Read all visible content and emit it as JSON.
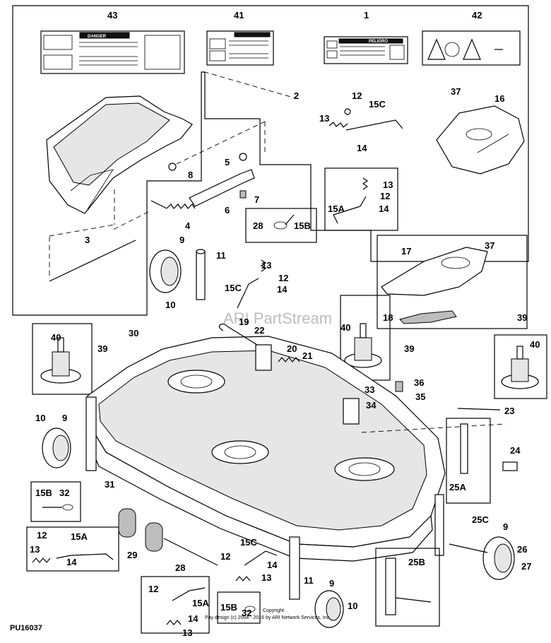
{
  "figure": {
    "id": "PU16037",
    "watermark": "ARI PartStream",
    "copyright_line1": "Copyright",
    "copyright_line2": "Pay design (c) 2004 - 2016 by ARI Network Services, Inc."
  },
  "decals": {
    "danger_label": "DANGER",
    "peligro_label": "PELIGRO"
  },
  "callouts": [
    {
      "key": "c43",
      "label": "43"
    },
    {
      "key": "c41",
      "label": "41"
    },
    {
      "key": "c1",
      "label": "1"
    },
    {
      "key": "c42",
      "label": "42"
    },
    {
      "key": "c2",
      "label": "2"
    },
    {
      "key": "c37a",
      "label": "37"
    },
    {
      "key": "c16",
      "label": "16"
    },
    {
      "key": "c12a",
      "label": "12"
    },
    {
      "key": "c15Ca",
      "label": "15C"
    },
    {
      "key": "c13a",
      "label": "13"
    },
    {
      "key": "c14a",
      "label": "14"
    },
    {
      "key": "c5",
      "label": "5"
    },
    {
      "key": "c8",
      "label": "8"
    },
    {
      "key": "c7",
      "label": "7"
    },
    {
      "key": "c6",
      "label": "6"
    },
    {
      "key": "c13b",
      "label": "13"
    },
    {
      "key": "c12b",
      "label": "12"
    },
    {
      "key": "c15Aa",
      "label": "15A"
    },
    {
      "key": "c14b",
      "label": "14"
    },
    {
      "key": "c28a",
      "label": "28"
    },
    {
      "key": "c15Ba",
      "label": "15B"
    },
    {
      "key": "c4",
      "label": "4"
    },
    {
      "key": "c3",
      "label": "3"
    },
    {
      "key": "c9a",
      "label": "9"
    },
    {
      "key": "c11a",
      "label": "11"
    },
    {
      "key": "c13c",
      "label": "13"
    },
    {
      "key": "c12c",
      "label": "12"
    },
    {
      "key": "c15Cb",
      "label": "15C"
    },
    {
      "key": "c14c",
      "label": "14"
    },
    {
      "key": "c10a",
      "label": "10"
    },
    {
      "key": "c17",
      "label": "17"
    },
    {
      "key": "c37b",
      "label": "37"
    },
    {
      "key": "c18",
      "label": "18"
    },
    {
      "key": "c40a",
      "label": "40"
    },
    {
      "key": "c39a",
      "label": "39"
    },
    {
      "key": "c30",
      "label": "30"
    },
    {
      "key": "c19",
      "label": "19"
    },
    {
      "key": "c22",
      "label": "22"
    },
    {
      "key": "c20",
      "label": "20"
    },
    {
      "key": "c21",
      "label": "21"
    },
    {
      "key": "c40b",
      "label": "40"
    },
    {
      "key": "c39b",
      "label": "39"
    },
    {
      "key": "c39c",
      "label": "39"
    },
    {
      "key": "c40c",
      "label": "40"
    },
    {
      "key": "c33",
      "label": "33"
    },
    {
      "key": "c36",
      "label": "36"
    },
    {
      "key": "c34",
      "label": "34"
    },
    {
      "key": "c35",
      "label": "35"
    },
    {
      "key": "c23",
      "label": "23"
    },
    {
      "key": "c10b",
      "label": "10"
    },
    {
      "key": "c9b",
      "label": "9"
    },
    {
      "key": "c31",
      "label": "31"
    },
    {
      "key": "c24",
      "label": "24"
    },
    {
      "key": "c25A",
      "label": "25A"
    },
    {
      "key": "c15Bb",
      "label": "15B"
    },
    {
      "key": "c32a",
      "label": "32"
    },
    {
      "key": "c12d",
      "label": "12"
    },
    {
      "key": "c15Ab",
      "label": "15A"
    },
    {
      "key": "c13d",
      "label": "13"
    },
    {
      "key": "c14d",
      "label": "14"
    },
    {
      "key": "c29",
      "label": "29"
    },
    {
      "key": "c28b",
      "label": "28"
    },
    {
      "key": "c25C",
      "label": "25C"
    },
    {
      "key": "c9c",
      "label": "9"
    },
    {
      "key": "c26",
      "label": "26"
    },
    {
      "key": "c27",
      "label": "27"
    },
    {
      "key": "c15Cc",
      "label": "15C"
    },
    {
      "key": "c12e",
      "label": "12"
    },
    {
      "key": "c14e",
      "label": "14"
    },
    {
      "key": "c13e",
      "label": "13"
    },
    {
      "key": "c25B",
      "label": "25B"
    },
    {
      "key": "c12f",
      "label": "12"
    },
    {
      "key": "c15Ac",
      "label": "15A"
    },
    {
      "key": "c14f",
      "label": "14"
    },
    {
      "key": "c13f",
      "label": "13"
    },
    {
      "key": "c15Bc",
      "label": "15B"
    },
    {
      "key": "c32b",
      "label": "32"
    },
    {
      "key": "c11b",
      "label": "11"
    },
    {
      "key": "c9d",
      "label": "9"
    },
    {
      "key": "c10c",
      "label": "10"
    }
  ]
}
